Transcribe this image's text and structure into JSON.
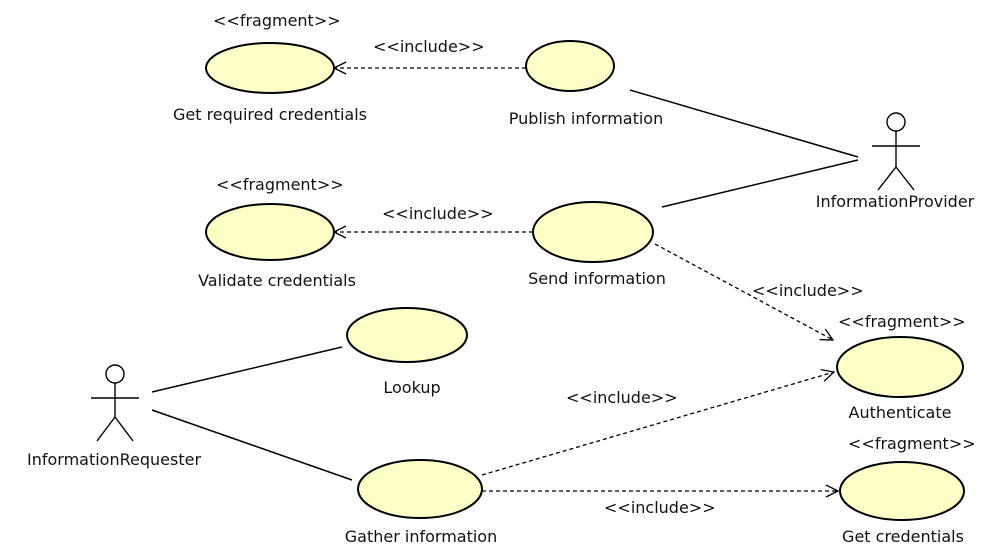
{
  "colors": {
    "usecase_fill": "#ffffc8",
    "usecase_stroke": "#000000",
    "line": "#000000",
    "background": "#ffffff"
  },
  "actors": [
    {
      "id": "provider",
      "name": "InformationProvider"
    },
    {
      "id": "requester",
      "name": "InformationRequester"
    }
  ],
  "use_cases": [
    {
      "id": "get_required_credentials",
      "name": "Get required credentials",
      "stereotype": "<<fragment>>"
    },
    {
      "id": "publish_information",
      "name": "Publish information",
      "stereotype": ""
    },
    {
      "id": "validate_credentials",
      "name": "Validate credentials",
      "stereotype": "<<fragment>>"
    },
    {
      "id": "send_information",
      "name": "Send information",
      "stereotype": ""
    },
    {
      "id": "lookup",
      "name": "Lookup",
      "stereotype": ""
    },
    {
      "id": "authenticate",
      "name": "Authenticate",
      "stereotype": "<<fragment>>"
    },
    {
      "id": "gather_information",
      "name": "Gather information",
      "stereotype": ""
    },
    {
      "id": "get_credentials",
      "name": "Get credentials",
      "stereotype": "<<fragment>>"
    }
  ],
  "relationships": [
    {
      "type": "include",
      "label": "<<include>>",
      "from": "publish_information",
      "to": "get_required_credentials"
    },
    {
      "type": "include",
      "label": "<<include>>",
      "from": "send_information",
      "to": "validate_credentials"
    },
    {
      "type": "include",
      "label": "<<include>>",
      "from": "send_information",
      "to": "authenticate"
    },
    {
      "type": "include",
      "label": "<<include>>",
      "from": "gather_information",
      "to": "authenticate"
    },
    {
      "type": "include",
      "label": "<<include>>",
      "from": "gather_information",
      "to": "get_credentials"
    },
    {
      "type": "association",
      "from": "provider",
      "to": "publish_information"
    },
    {
      "type": "association",
      "from": "provider",
      "to": "send_information"
    },
    {
      "type": "association",
      "from": "requester",
      "to": "lookup"
    },
    {
      "type": "association",
      "from": "requester",
      "to": "gather_information"
    }
  ]
}
